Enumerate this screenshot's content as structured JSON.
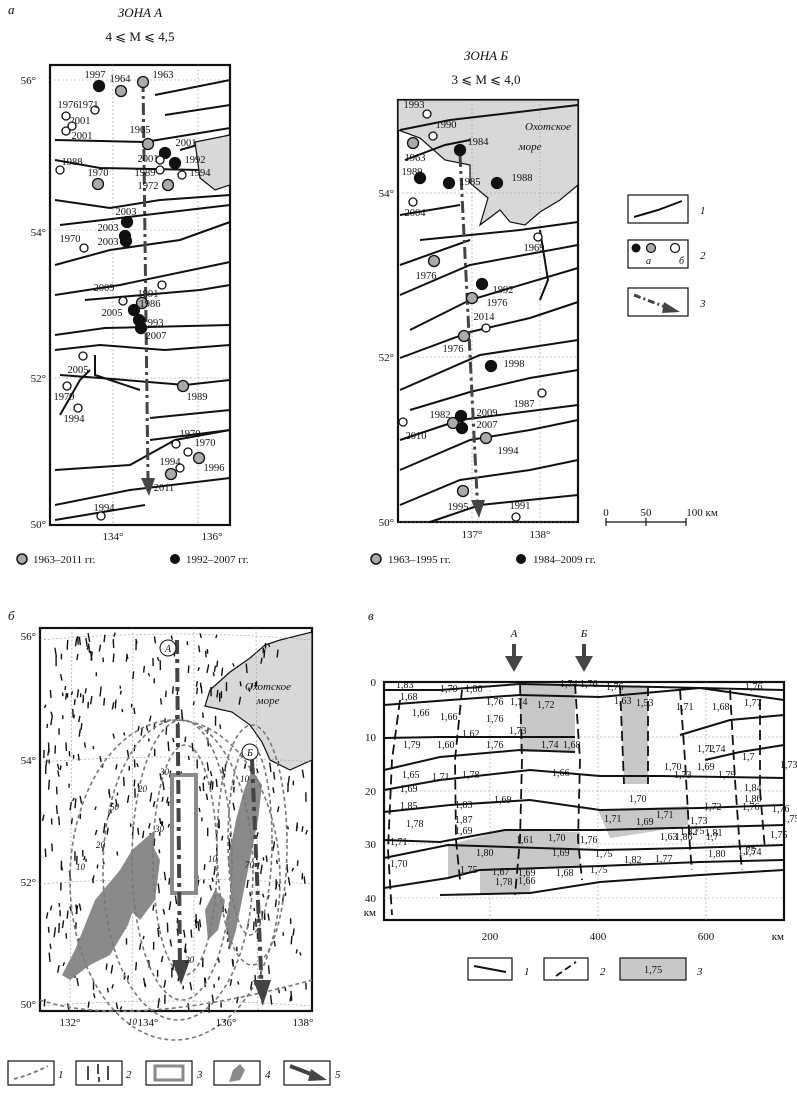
{
  "panel_a": {
    "letter": "а",
    "zone_a": {
      "title": "ЗОНА А",
      "range": "4 ⩽ M ⩽ 4,5",
      "lat_labels": [
        "56°",
        "54°",
        "52°",
        "50°"
      ],
      "lon_labels": [
        "134°",
        "136°"
      ],
      "years": [
        "1997",
        "1964",
        "1963",
        "1976",
        "1971",
        "2001",
        "2001",
        "1965",
        "2001",
        "2001",
        "1992",
        "1988",
        "1970",
        "1989",
        "1994",
        "1972",
        "2003",
        "2003",
        "1970",
        "2003",
        "1991",
        "2009",
        "1986",
        "2005",
        "1993",
        "2007",
        "2005",
        "1979",
        "1994",
        "1989",
        "1970",
        "1970",
        "1994",
        "1996",
        "2011",
        "1994"
      ],
      "legend": [
        "1963–2011 гг.",
        "1992–2007 гг."
      ]
    },
    "zone_b": {
      "title": "ЗОНА Б",
      "range": "3 ⩽ M ⩽ 4,0",
      "sea_label_1": "Охотское",
      "sea_label_2": "море",
      "lat_labels": [
        "54°",
        "52°",
        "50°"
      ],
      "lon_labels": [
        "137°",
        "138°"
      ],
      "years": [
        "1993",
        "1990",
        "1963",
        "1984",
        "1989",
        "1985",
        "1988",
        "2004",
        "1969",
        "1976",
        "1992",
        "1976",
        "2014",
        "1976",
        "1998",
        "1987",
        "1982",
        "2009",
        "2010",
        "2007",
        "1994",
        "1995",
        "1991"
      ],
      "legend": [
        "1963–1995 гг.",
        "1984–2009 гг."
      ],
      "scale": [
        "0",
        "50",
        "100 км"
      ]
    },
    "key": {
      "n1": "1",
      "n2": "2",
      "n3": "3",
      "sub_a": "а",
      "sub_b": "б"
    }
  },
  "panel_b": {
    "letter": "б",
    "lat_labels": [
      "56°",
      "54°",
      "52°",
      "50°"
    ],
    "lon_labels": [
      "132°",
      "134°",
      "136°",
      "138°"
    ],
    "marker_a": "А",
    "marker_b": "Б",
    "sea_label_1": "Охотское",
    "sea_label_2": "море",
    "contours": [
      "30",
      "50",
      "20",
      "30",
      "20",
      "10",
      "10",
      "70",
      "10",
      "20",
      "10"
    ],
    "legend": [
      "1",
      "2",
      "3",
      "4",
      "5"
    ]
  },
  "panel_c": {
    "letter": "в",
    "marker_a": "А",
    "marker_b": "Б",
    "depth_labels": [
      "0",
      "10",
      "20",
      "30",
      "40"
    ],
    "depth_unit": "км",
    "dist_labels": [
      "200",
      "400",
      "600"
    ],
    "dist_unit": "км",
    "values": [
      "1,83",
      "1,70",
      "1,86",
      "1,76",
      "1,74",
      "1,72",
      "1,74",
      "1,76",
      "1,76",
      "1,63",
      "1,53",
      "1,71",
      "1,68",
      "1,76",
      "1,77",
      "1,66",
      "1,66",
      "1,76",
      "1,73",
      "1,74",
      "1,68",
      "1,79",
      "1,60",
      "1,62",
      "1,76",
      "1,72",
      "1,74",
      "1,7",
      "1,65",
      "1,71",
      "1,78",
      "1,66",
      "1,70",
      "1,73",
      "1,69",
      "1,79",
      "1,73",
      "1,69",
      "1,84",
      "1,86",
      "1,85",
      "1,83",
      "1,69",
      "1,70",
      "1,72",
      "1,76",
      "1,76",
      "1,87",
      "1,71",
      "1,71",
      "1,73",
      "1,7",
      "1,75",
      "1,78",
      "1,69",
      "1,69",
      "1,63",
      "1,75",
      "1,86",
      "1,81",
      "1,75",
      "1,71",
      "1,80",
      "1,61",
      "1,70",
      "1,76",
      "1,82",
      "1,74",
      "1,69",
      "1,75",
      "1,82",
      "1,77",
      "1,80",
      "1,75",
      "1,70",
      "1,75",
      "1,67",
      "1,69",
      "1,68",
      "1,75",
      "1,78",
      "1,66",
      "1,68"
    ],
    "legend": [
      "1",
      "2",
      "1,75",
      "3"
    ]
  }
}
